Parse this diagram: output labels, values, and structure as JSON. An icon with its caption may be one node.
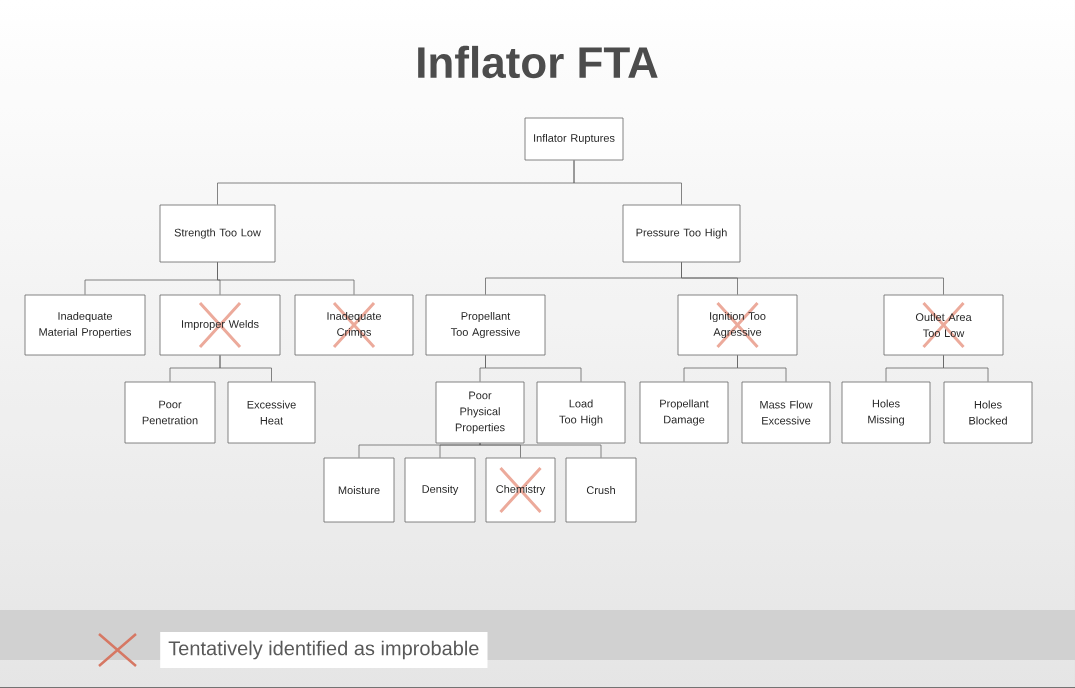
{
  "diagram": {
    "title": "Inflator FTA",
    "nodes": [
      {
        "text": [
          "Inflator Ruptures"
        ]
      },
      {
        "text": [
          "Strength Too Low"
        ]
      },
      {
        "text": [
          "Pressure Too High"
        ]
      },
      {
        "text": [
          "Inadequate Material Properties"
        ]
      },
      {
        "text": [
          "Improper Welds"
        ]
      },
      {
        "text": [
          "Inadequate Crimps"
        ]
      },
      {
        "text": [
          "Propellant Too Agressive"
        ]
      },
      {
        "text": [
          "Ignition Too Agressive"
        ]
      },
      {
        "text": [
          "Outlet Area Too Low"
        ]
      },
      {
        "text": [
          "Poor Penetration"
        ]
      },
      {
        "text": [
          "Excessive Heat"
        ]
      },
      {
        "text": [
          "Poor Physical Properties"
        ]
      },
      {
        "text": [
          "Load Too High"
        ]
      },
      {
        "text": [
          "Propellant Damage"
        ]
      },
      {
        "text": [
          "Mass Flow Excessive"
        ]
      },
      {
        "text": [
          "Holes Missing"
        ]
      },
      {
        "text": [
          "Holes Blocked"
        ]
      },
      {
        "text": [
          "Moisture"
        ]
      },
      {
        "text": [
          "Density"
        ]
      },
      {
        "text": [
          "Chemistry"
        ]
      },
      {
        "text": [
          "Crush"
        ]
      }
    ],
    "edges": [
      {
        "from": 0,
        "to": 1,
        "arrow": "none"
      },
      {
        "from": 0,
        "to": 2,
        "arrow": "none"
      },
      {
        "from": 1,
        "to": 3,
        "arrow": "none"
      },
      {
        "from": 1,
        "to": 4,
        "arrow": "none"
      },
      {
        "from": 1,
        "to": 5,
        "arrow": "none"
      },
      {
        "from": 2,
        "to": 6,
        "arrow": "none"
      },
      {
        "from": 2,
        "to": 7,
        "arrow": "none"
      },
      {
        "from": 2,
        "to": 8,
        "arrow": "none"
      },
      {
        "from": 4,
        "to": 9,
        "arrow": "none"
      },
      {
        "from": 4,
        "to": 10,
        "arrow": "none"
      },
      {
        "from": 6,
        "to": 11,
        "arrow": "none"
      },
      {
        "from": 6,
        "to": 12,
        "arrow": "none"
      },
      {
        "from": 7,
        "to": 13,
        "arrow": "none"
      },
      {
        "from": 7,
        "to": 14,
        "arrow": "none"
      },
      {
        "from": 8,
        "to": 15,
        "arrow": "none"
      },
      {
        "from": 8,
        "to": 16,
        "arrow": "none"
      },
      {
        "from": 11,
        "to": 17,
        "arrow": "none"
      },
      {
        "from": 11,
        "to": 18,
        "arrow": "none"
      },
      {
        "from": 11,
        "to": 19,
        "arrow": "none"
      },
      {
        "from": 11,
        "to": 20,
        "arrow": "none"
      }
    ],
    "legend": [
      {
        "text": "Tentatively identified as improbable"
      }
    ]
  }
}
